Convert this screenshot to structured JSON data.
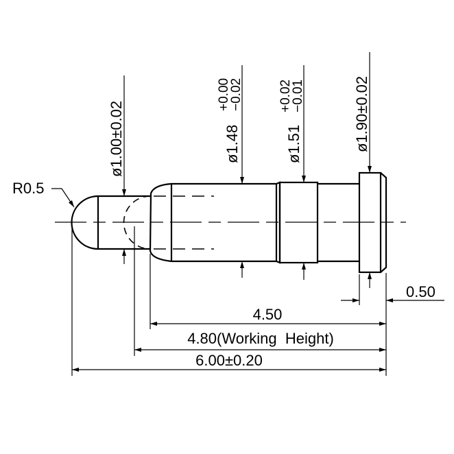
{
  "drawing": {
    "radius_label": "R0.5",
    "dims": {
      "d_tip": "ø1.00±0.02",
      "d_plunger": "ø1.48",
      "d_plunger_tol_upper": "+0.00",
      "d_plunger_tol_lower": "−0.02",
      "d_ring": "ø1.51",
      "d_ring_tol_upper": "+0.02",
      "d_ring_tol_lower": "−0.01",
      "d_head": "ø1.90±0.02",
      "head_thickness": "0.50",
      "barrel_length": "4.50",
      "working_height": "4.80(Working  Height)",
      "total_length": "6.00±0.20"
    }
  }
}
